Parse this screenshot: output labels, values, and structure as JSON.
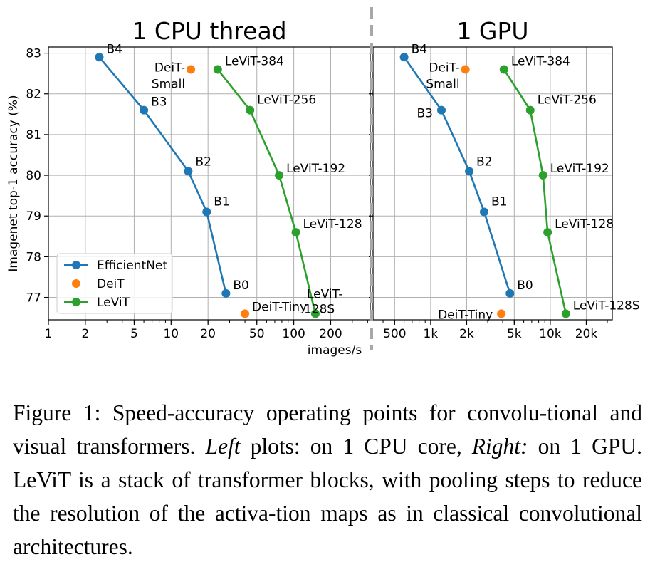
{
  "chart_data": [
    {
      "type": "line",
      "title": "1 CPU thread",
      "xlabel": "images/s",
      "ylabel": "Imagenet top-1 accuracy (%)",
      "xscale": "log",
      "xlim": [
        1,
        420
      ],
      "ylim": [
        76.45,
        83.15
      ],
      "x_ticks": [
        1,
        2,
        5,
        10,
        20,
        50,
        100,
        200
      ],
      "x_tick_labels": [
        "1",
        "2",
        "5",
        "10",
        "20",
        "50",
        "100",
        "200"
      ],
      "y_ticks": [
        77,
        78,
        79,
        80,
        81,
        82,
        83
      ],
      "y_tick_labels": [
        "77",
        "78",
        "79",
        "80",
        "81",
        "82",
        "83"
      ],
      "grid": true,
      "legend": {
        "position": "bottom-left",
        "entries": [
          "EfficientNet",
          "DeiT",
          "LeViT"
        ]
      },
      "series": [
        {
          "name": "EfficientNet",
          "color": "#1f77b4",
          "line": true,
          "points": [
            {
              "label": "B4",
              "x": 2.6,
              "y": 82.9
            },
            {
              "label": "B3",
              "x": 6.0,
              "y": 81.6
            },
            {
              "label": "B2",
              "x": 13.8,
              "y": 80.1
            },
            {
              "label": "B1",
              "x": 19.5,
              "y": 79.1
            },
            {
              "label": "B0",
              "x": 28,
              "y": 77.1
            }
          ]
        },
        {
          "name": "DeiT",
          "color": "#ff7f0e",
          "line": false,
          "points": [
            {
              "label": "DeiT-Small",
              "x": 14.5,
              "y": 82.6
            },
            {
              "label": "DeiT-Tiny",
              "x": 40,
              "y": 76.6
            }
          ]
        },
        {
          "name": "LeViT",
          "color": "#2ca02c",
          "line": true,
          "points": [
            {
              "label": "LeViT-384",
              "x": 24,
              "y": 82.6
            },
            {
              "label": "LeViT-256",
              "x": 44,
              "y": 81.6
            },
            {
              "label": "LeViT-192",
              "x": 76,
              "y": 80.0
            },
            {
              "label": "LeViT-128",
              "x": 104,
              "y": 78.6
            },
            {
              "label": "LeViT-128S",
              "x": 150,
              "y": 76.6
            }
          ]
        }
      ]
    },
    {
      "type": "line",
      "title": "1 GPU",
      "xlabel": "",
      "ylabel": "",
      "xscale": "log",
      "xlim": [
        330,
        33000
      ],
      "ylim": [
        76.45,
        83.15
      ],
      "x_ticks": [
        500,
        1000,
        2000,
        5000,
        10000,
        20000
      ],
      "x_tick_labels": [
        "500",
        "1k",
        "2k",
        "5k",
        "10k",
        "20k"
      ],
      "y_ticks": [
        77,
        78,
        79,
        80,
        81,
        82,
        83
      ],
      "y_tick_labels": [
        "",
        "",
        "",
        "",
        "",
        "",
        ""
      ],
      "grid": true,
      "series": [
        {
          "name": "EfficientNet",
          "color": "#1f77b4",
          "line": true,
          "points": [
            {
              "label": "B4",
              "x": 600,
              "y": 82.9
            },
            {
              "label": "B3",
              "x": 1230,
              "y": 81.6
            },
            {
              "label": "B2",
              "x": 2100,
              "y": 80.1
            },
            {
              "label": "B1",
              "x": 2800,
              "y": 79.1
            },
            {
              "label": "B0",
              "x": 4600,
              "y": 77.1
            }
          ]
        },
        {
          "name": "DeiT",
          "color": "#ff7f0e",
          "line": false,
          "points": [
            {
              "label": "DeiT-Small",
              "x": 1950,
              "y": 82.6
            },
            {
              "label": "DeiT-Tiny",
              "x": 3900,
              "y": 76.6
            }
          ]
        },
        {
          "name": "LeViT",
          "color": "#2ca02c",
          "line": true,
          "points": [
            {
              "label": "LeViT-384",
              "x": 4100,
              "y": 82.6
            },
            {
              "label": "LeViT-256",
              "x": 6800,
              "y": 81.6
            },
            {
              "label": "LeViT-192",
              "x": 8700,
              "y": 80.0
            },
            {
              "label": "LeViT-128",
              "x": 9500,
              "y": 78.6
            },
            {
              "label": "LeViT-128S",
              "x": 13500,
              "y": 76.6
            }
          ]
        }
      ]
    }
  ],
  "caption": {
    "prefix": "Figure 1:   Speed-accuracy operating points for convolu-tional and visual transformers. ",
    "left_word": "Left",
    "middle": " plots: on 1 CPU core, ",
    "right_word": "Right:",
    "suffix": " on 1 GPU. LeViT is a stack of transformer blocks, with pooling steps to reduce the resolution of the activa-tion maps as in classical convolutional architectures."
  }
}
